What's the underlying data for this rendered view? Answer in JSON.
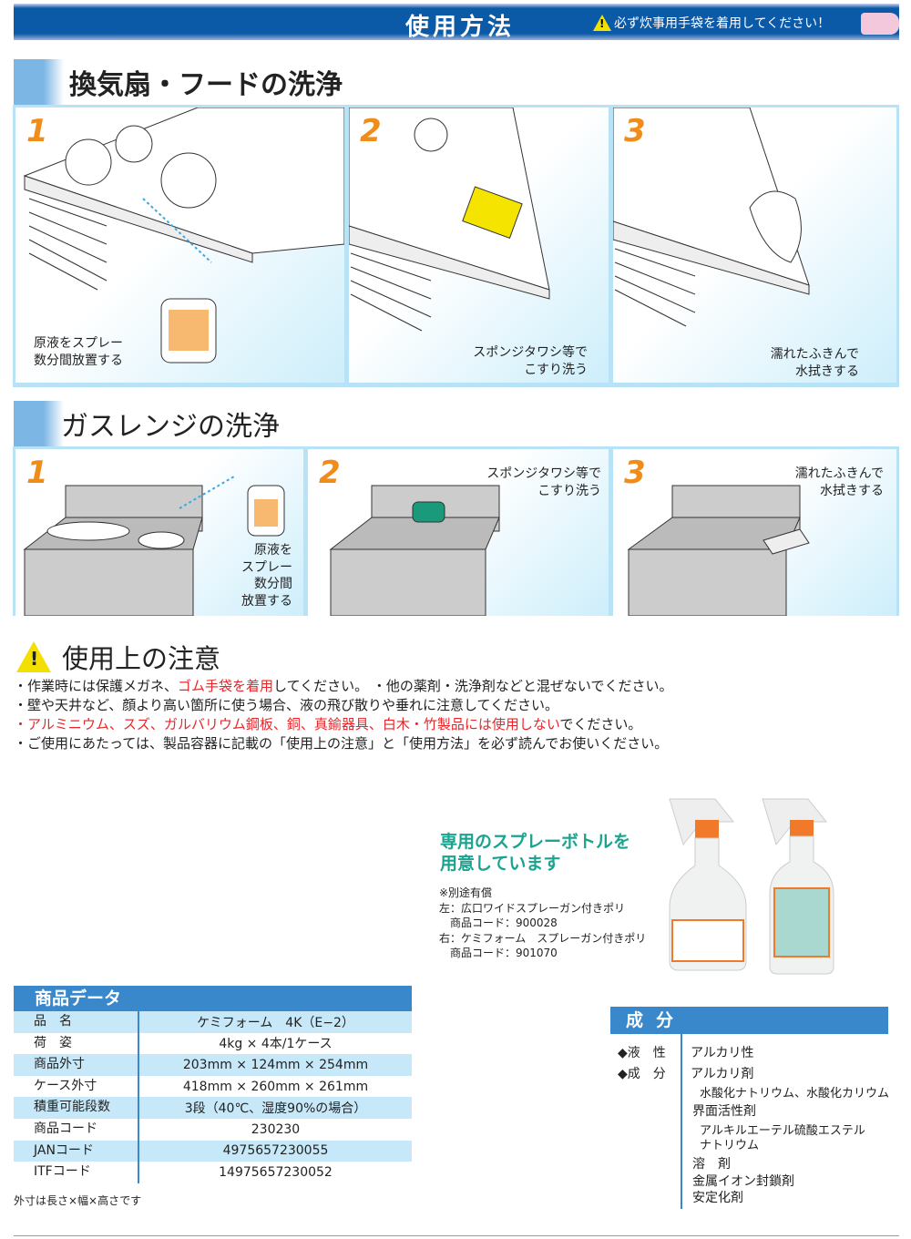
{
  "header": {
    "title": "使用方法",
    "warning": "必ず炊事用手袋を着用してください！",
    "warning_icon": "warning-triangle-icon",
    "glove_icon": "glove-icon"
  },
  "hood": {
    "title": "換気扇・フードの洗浄",
    "steps": [
      {
        "num": "1",
        "caption_lines": [
          "原液をスプレー",
          "数分間放置する"
        ]
      },
      {
        "num": "2",
        "caption_lines": [
          "スポンジタワシ等で",
          "こすり洗う"
        ]
      },
      {
        "num": "3",
        "caption_lines": [
          "濡れたふきんで",
          "水拭きする"
        ]
      }
    ]
  },
  "stove": {
    "title": "ガスレンジの洗浄",
    "steps": [
      {
        "num": "1",
        "caption_lines": [
          "原液を",
          "スプレー",
          "数分間",
          "放置する"
        ]
      },
      {
        "num": "2",
        "caption_lines": [
          "スポンジタワシ等で",
          "こすり洗う"
        ]
      },
      {
        "num": "3",
        "caption_lines": [
          "濡れたふきんで",
          "水拭きする"
        ]
      }
    ]
  },
  "caution": {
    "title": "使用上の注意",
    "line1": {
      "a": "・作業時には保護メガネ、",
      "red": "ゴム手袋を着用",
      "b": "してください。 ・他の薬剤・洗浄剤などと混ぜないでください。"
    },
    "line2": "・壁や天井など、顔より高い箇所に使う場合、液の飛び散りや垂れに注意してください。",
    "line3": {
      "red": "・アルミニウム、スズ、ガルバリウム鋼板、銅、真鍮器具、白木・竹製品には使用しない",
      "b": "でください。"
    },
    "line4": "・ご使用にあたっては、製品容器に記載の「使用上の注意」と「使用方法」を必ず読んでお使いください。"
  },
  "spray": {
    "headline": [
      "専用のスプレーボトルを",
      "用意しています"
    ],
    "notes": [
      "※別途有償",
      "左：広口ワイドスプレーガン付きポリ",
      "　商品コード：900028",
      "右：ケミフォーム　スプレーガン付きポリ",
      "　商品コード：901070"
    ]
  },
  "product_data": {
    "title": "商品データ",
    "rows": [
      {
        "k": "品　名",
        "v": "ケミフォーム　4K（E−2）"
      },
      {
        "k": "荷　姿",
        "v": "4kg × 4本/1ケース"
      },
      {
        "k": "商品外寸",
        "v": "203mm × 124mm × 254mm"
      },
      {
        "k": "ケース外寸",
        "v": "418mm × 260mm × 261mm"
      },
      {
        "k": "積重可能段数",
        "v": "3段（40℃、湿度90%の場合）"
      },
      {
        "k": "商品コード",
        "v": "230230"
      },
      {
        "k": "JANコード",
        "v": "4975657230055"
      },
      {
        "k": "ITFコード",
        "v": "14975657230052"
      }
    ],
    "note": "外寸は長さ×幅×高さです"
  },
  "ingredients": {
    "title": "成分",
    "liquid_label": "◆液　性",
    "liquid_value": "アルカリ性",
    "comp_label": "◆成　分",
    "items": [
      "アルカリ剤",
      "水酸化ナトリウム、水酸化カリウム",
      "界面活性剤",
      "アルキルエーテル硫酸エステル",
      "ナトリウム",
      "溶　剤",
      "金属イオン封鎖剤",
      "安定化剤"
    ]
  },
  "colors": {
    "header_blue": "#0b5aa8",
    "accent_blue": "#3a88cc",
    "orange": "#f08c1a",
    "red": "#e8262a",
    "teal": "#1aa38e"
  }
}
